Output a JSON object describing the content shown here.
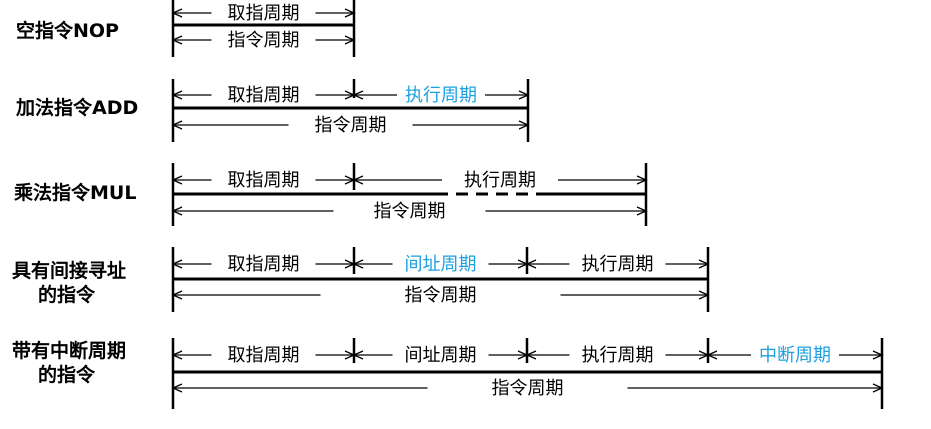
{
  "colors": {
    "black": "#000000",
    "blue": "#1ea0e0"
  },
  "segment_labels": {
    "fetch": "取指周期",
    "execute": "执行周期",
    "indirect": "间址周期",
    "interrupt": "中断周期",
    "instruction": "指令周期"
  },
  "rows": [
    {
      "id": "nop",
      "label_lines": [
        "空指令NOP"
      ],
      "segments": [
        "fetch"
      ],
      "highlight": []
    },
    {
      "id": "add",
      "label_lines": [
        "加法指令ADD"
      ],
      "segments": [
        "fetch",
        "execute"
      ],
      "highlight": [
        "execute"
      ]
    },
    {
      "id": "mul",
      "label_lines": [
        "乘法指令MUL"
      ],
      "segments": [
        "fetch",
        "execute"
      ],
      "highlight": [],
      "execute_dashed": true
    },
    {
      "id": "indirect",
      "label_lines": [
        "具有间接寻址",
        "的指令"
      ],
      "segments": [
        "fetch",
        "indirect",
        "execute"
      ],
      "highlight": [
        "indirect"
      ]
    },
    {
      "id": "interrupt",
      "label_lines": [
        "带有中断周期",
        "的指令"
      ],
      "segments": [
        "fetch",
        "indirect",
        "execute",
        "interrupt"
      ],
      "highlight": [
        "interrupt"
      ]
    }
  ]
}
